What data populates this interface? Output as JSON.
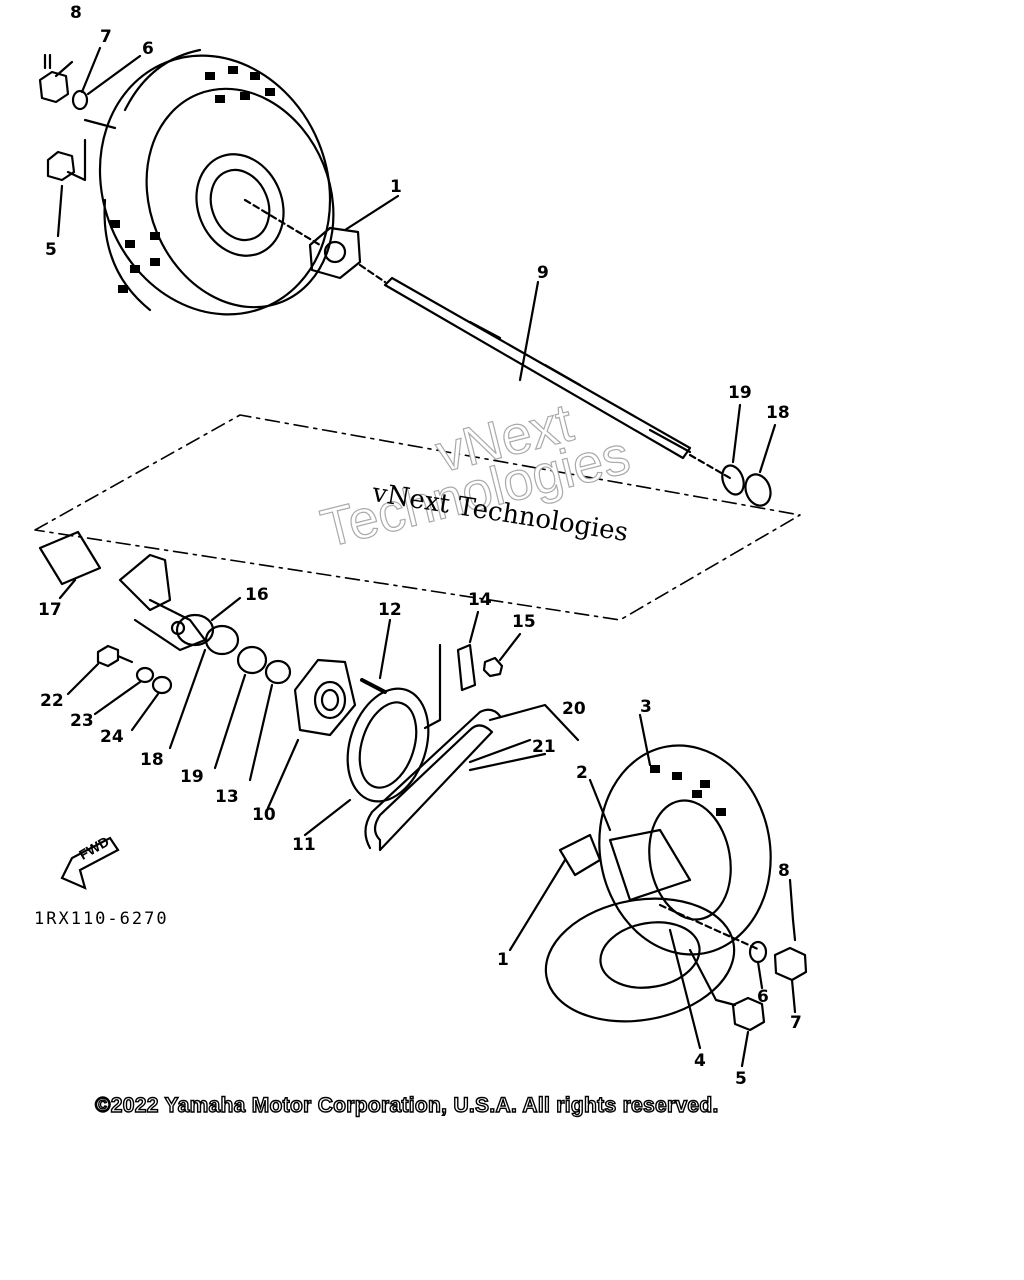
{
  "diagram": {
    "figure_code": "1RX110-6270",
    "fwd_label": "FWD",
    "copyright": "©2022 Yamaha Motor Corporation, U.S.A. All rights reserved.",
    "watermark": {
      "line_serif": "vNext Technologies",
      "outline_1": "vNext",
      "outline_2": "Technologies"
    },
    "callouts": [
      {
        "id": "c8a",
        "label": "8"
      },
      {
        "id": "c7a",
        "label": "7"
      },
      {
        "id": "c6a",
        "label": "6"
      },
      {
        "id": "c5a",
        "label": "5"
      },
      {
        "id": "c1a",
        "label": "1"
      },
      {
        "id": "c9",
        "label": "9"
      },
      {
        "id": "c19a",
        "label": "19"
      },
      {
        "id": "c18a",
        "label": "18"
      },
      {
        "id": "c17",
        "label": "17"
      },
      {
        "id": "c16",
        "label": "16"
      },
      {
        "id": "c12",
        "label": "12"
      },
      {
        "id": "c14",
        "label": "14"
      },
      {
        "id": "c15",
        "label": "15"
      },
      {
        "id": "c22",
        "label": "22"
      },
      {
        "id": "c23",
        "label": "23"
      },
      {
        "id": "c24",
        "label": "24"
      },
      {
        "id": "c18b",
        "label": "18"
      },
      {
        "id": "c19b",
        "label": "19"
      },
      {
        "id": "c13",
        "label": "13"
      },
      {
        "id": "c10",
        "label": "10"
      },
      {
        "id": "c11",
        "label": "11"
      },
      {
        "id": "c20",
        "label": "20"
      },
      {
        "id": "c21",
        "label": "21"
      },
      {
        "id": "c3",
        "label": "3"
      },
      {
        "id": "c2",
        "label": "2"
      },
      {
        "id": "c1b",
        "label": "1"
      },
      {
        "id": "c8b",
        "label": "8"
      },
      {
        "id": "c6b",
        "label": "6"
      },
      {
        "id": "c7b",
        "label": "7"
      },
      {
        "id": "c4",
        "label": "4"
      },
      {
        "id": "c5b",
        "label": "5"
      }
    ]
  }
}
